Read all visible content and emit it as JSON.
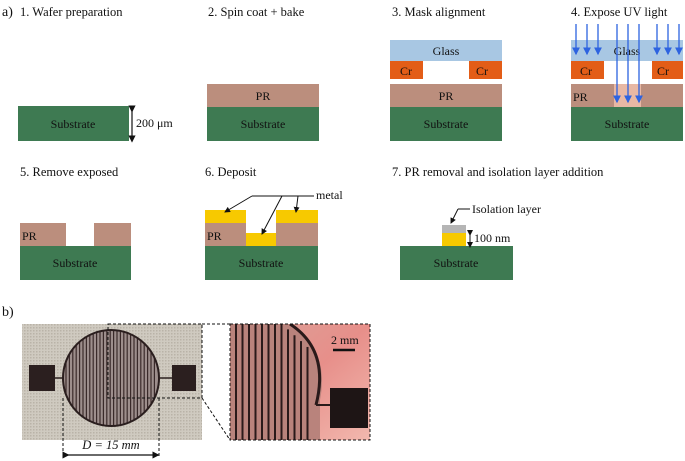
{
  "panel_a": {
    "label": "a)",
    "steps": [
      {
        "title": "1. Wafer preparation",
        "substrate": "Substrate",
        "thickness": "200 μm"
      },
      {
        "title": "2. Spin coat + bake",
        "pr": "PR",
        "substrate": "Substrate"
      },
      {
        "title": "3. Mask alignment",
        "glass": "Glass",
        "cr_left": "Cr",
        "cr_right": "Cr",
        "pr": "PR",
        "substrate": "Substrate"
      },
      {
        "title": "4. Expose UV light",
        "glass": "Glass",
        "cr_left": "Cr",
        "cr_right": "Cr",
        "pr": "PR",
        "substrate": "Substrate"
      },
      {
        "title": "5. Remove exposed",
        "pr": "PR",
        "substrate": "Substrate"
      },
      {
        "title": "6. Deposit",
        "metal": "metal",
        "pr": "PR",
        "substrate": "Substrate"
      },
      {
        "title": "7. PR removal and isolation layer addition",
        "isolation": "Isolation layer",
        "thickness": "100 nm",
        "substrate": "Substrate"
      }
    ]
  },
  "panel_b": {
    "label": "b)",
    "scale_bar": "2 mm",
    "diameter": "D = 15 mm"
  },
  "colors": {
    "substrate": "#3e7a52",
    "pr": "#bb8e7d",
    "pr_exposed": "#e8b8a4",
    "cr": "#e35d17",
    "glass": "#a8c7e3",
    "metal": "#f7c900",
    "isolation": "#b5b5b5",
    "uv": "#2d63e0"
  }
}
